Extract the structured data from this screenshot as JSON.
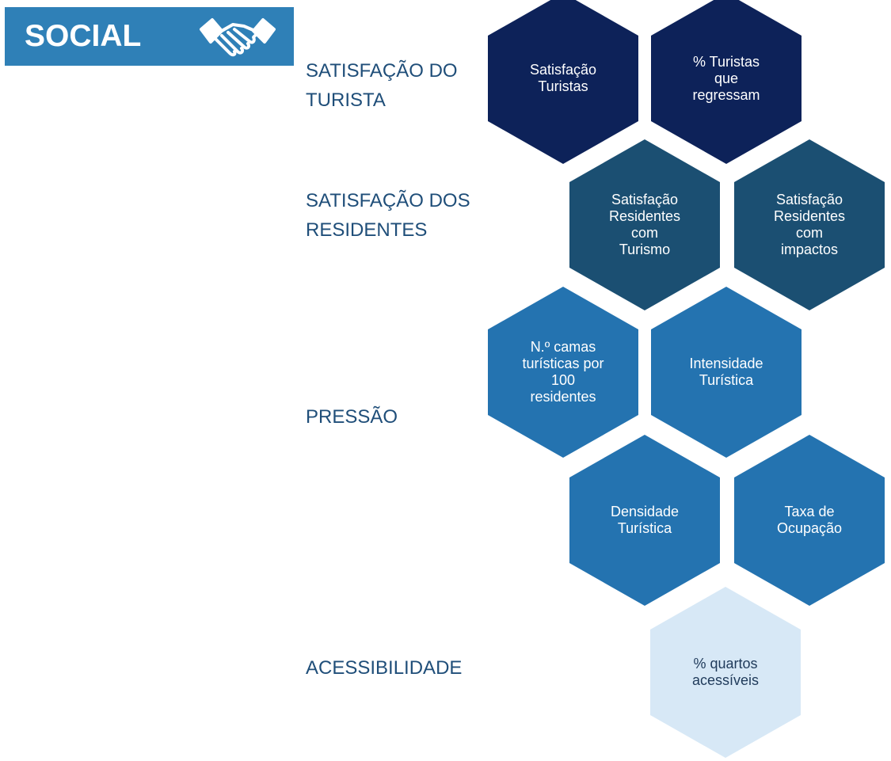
{
  "header": {
    "title": "SOCIAL",
    "icon": "handshake-icon"
  },
  "categories": [
    {
      "id": "turista",
      "label": "SATISFAÇÃO DO\nTURISTA"
    },
    {
      "id": "residentes",
      "label": "SATISFAÇÃO DOS\nRESIDENTES"
    },
    {
      "id": "pressao",
      "label": "PRESSÃO"
    },
    {
      "id": "acessibilidade",
      "label": "ACESSIBILIDADE"
    }
  ],
  "indicators": [
    {
      "id": "satisfacao-turistas",
      "label": "Satisfação\nTuristas",
      "color": "#0d2259"
    },
    {
      "id": "turistas-regressam",
      "label": "% Turistas\nque\nregressam",
      "color": "#0d2259"
    },
    {
      "id": "residentes-turismo",
      "label": "Satisfação\nResidentes\ncom\nTurismo",
      "color": "#1b4f72"
    },
    {
      "id": "residentes-impactos",
      "label": "Satisfação\nResidentes\ncom\nimpactos",
      "color": "#1b4f72"
    },
    {
      "id": "camas-turisticas",
      "label": "N.º camas\nturísticas por\n100\nresidentes",
      "color": "#2473b0"
    },
    {
      "id": "intensidade-turistica",
      "label": "Intensidade\nTurística",
      "color": "#2473b0"
    },
    {
      "id": "densidade-turistica",
      "label": "Densidade\nTurística",
      "color": "#2473b0"
    },
    {
      "id": "taxa-ocupacao",
      "label": "Taxa de\nOcupação",
      "color": "#2473b0"
    },
    {
      "id": "quartos-acessiveis",
      "label": "% quartos\nacessíveis",
      "color": "#d7e8f6"
    }
  ]
}
